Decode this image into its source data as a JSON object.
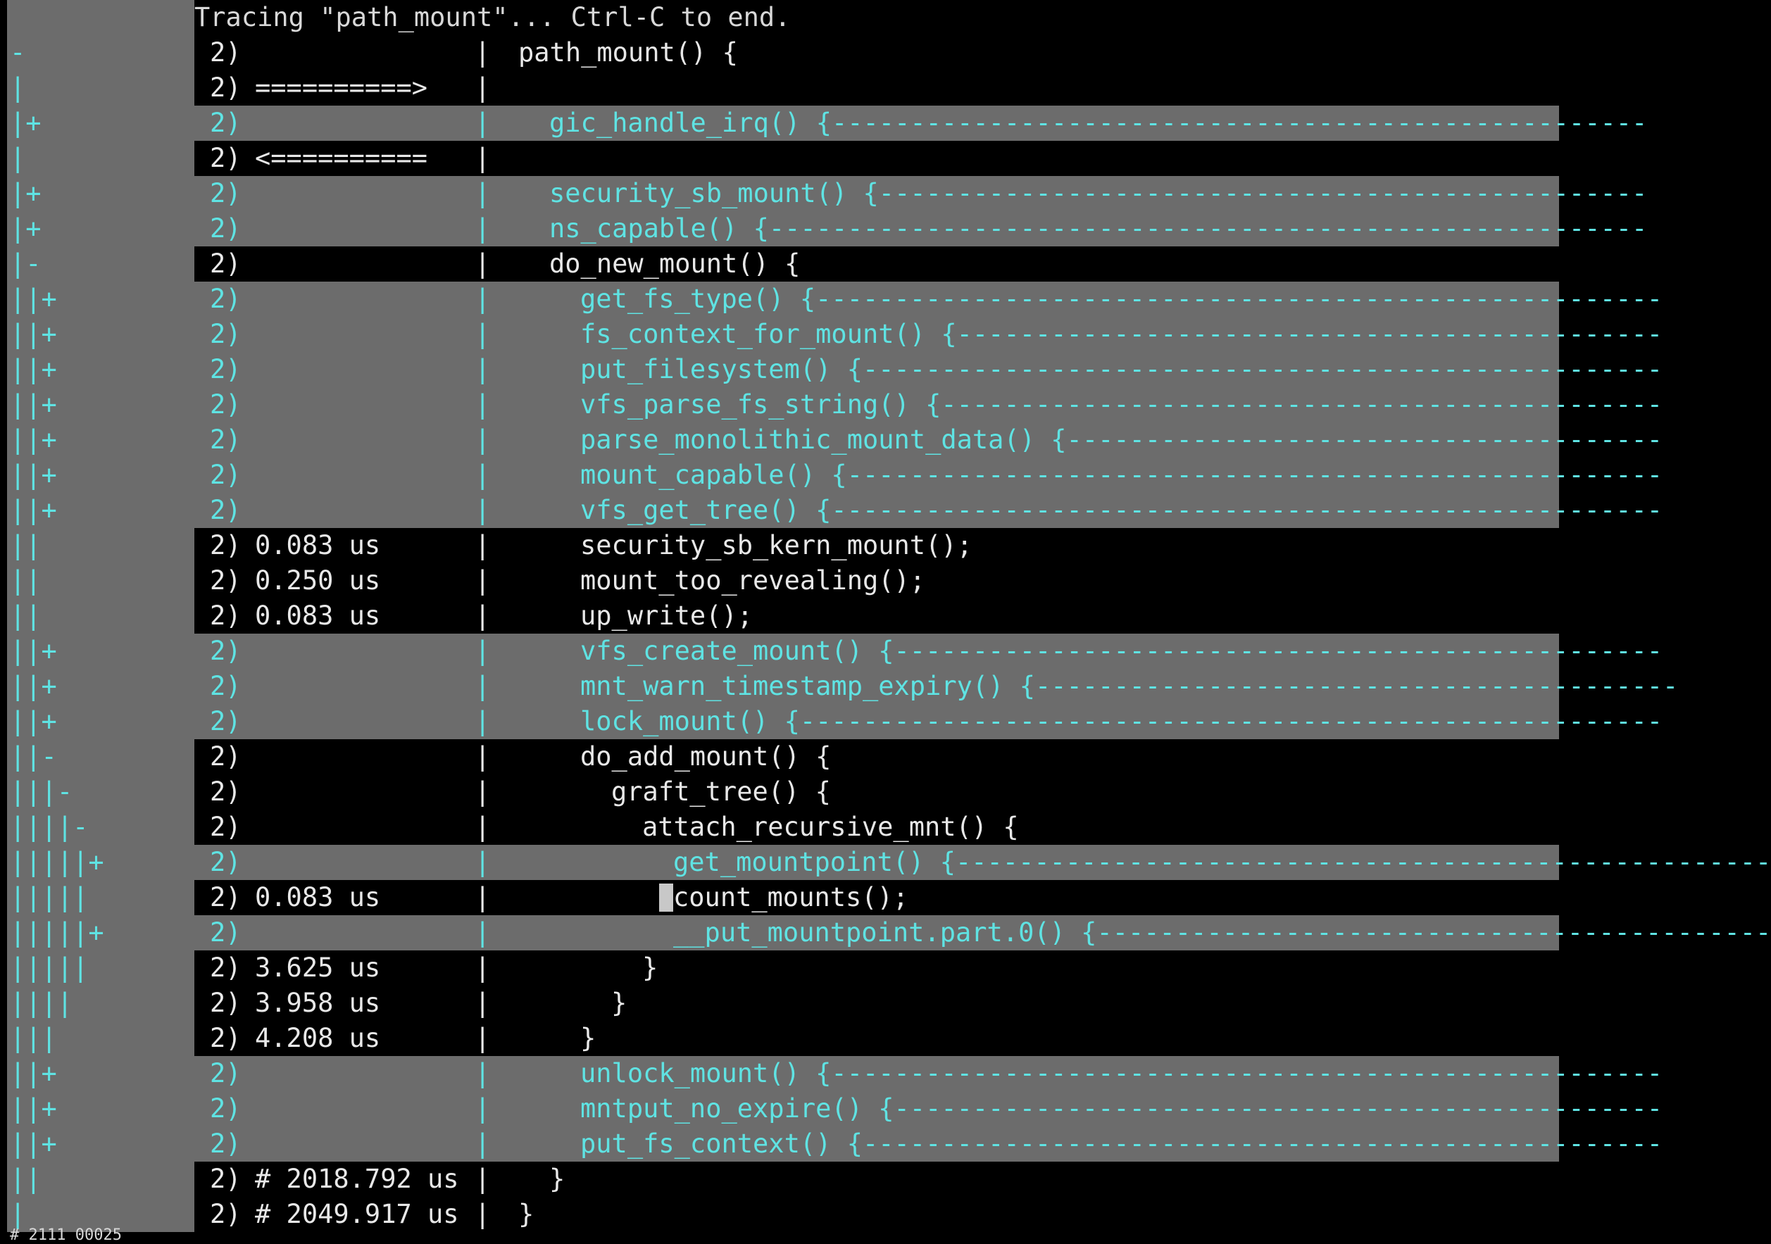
{
  "colors": {
    "background": "#000000",
    "collapsed_row_bg": "#6c6c6c",
    "collapsed_text": "#5fe3e3",
    "expanded_text": "#e8e8e8"
  },
  "header": "Tracing \"path_mount\"... Ctrl-C to end.",
  "rows": [
    {
      "tree": "-",
      "cpu": "2)",
      "dur": "",
      "sep": "|",
      "func": "path_mount() {",
      "depth": 0,
      "collapsed": false
    },
    {
      "tree": "|",
      "cpu": "2)",
      "dur": "==========>",
      "sep": "|",
      "func": "",
      "depth": 0,
      "collapsed": false
    },
    {
      "tree": "|+",
      "cpu": "2)",
      "dur": "",
      "sep": "|",
      "func": "gic_handle_irq() {----------------------------------------------------",
      "depth": 1,
      "collapsed": true
    },
    {
      "tree": "|",
      "cpu": "2)",
      "dur": "<==========",
      "sep": "|",
      "func": "",
      "depth": 0,
      "collapsed": false
    },
    {
      "tree": "|+",
      "cpu": "2)",
      "dur": "",
      "sep": "|",
      "func": "security_sb_mount() {-------------------------------------------------",
      "depth": 1,
      "collapsed": true
    },
    {
      "tree": "|+",
      "cpu": "2)",
      "dur": "",
      "sep": "|",
      "func": "ns_capable() {--------------------------------------------------------",
      "depth": 1,
      "collapsed": true
    },
    {
      "tree": "|-",
      "cpu": "2)",
      "dur": "",
      "sep": "|",
      "func": "do_new_mount() {",
      "depth": 1,
      "collapsed": false
    },
    {
      "tree": "||+",
      "cpu": "2)",
      "dur": "",
      "sep": "|",
      "func": "get_fs_type() {------------------------------------------------------",
      "depth": 2,
      "collapsed": true
    },
    {
      "tree": "||+",
      "cpu": "2)",
      "dur": "",
      "sep": "|",
      "func": "fs_context_for_mount() {---------------------------------------------",
      "depth": 2,
      "collapsed": true
    },
    {
      "tree": "||+",
      "cpu": "2)",
      "dur": "",
      "sep": "|",
      "func": "put_filesystem() {---------------------------------------------------",
      "depth": 2,
      "collapsed": true
    },
    {
      "tree": "||+",
      "cpu": "2)",
      "dur": "",
      "sep": "|",
      "func": "vfs_parse_fs_string() {----------------------------------------------",
      "depth": 2,
      "collapsed": true
    },
    {
      "tree": "||+",
      "cpu": "2)",
      "dur": "",
      "sep": "|",
      "func": "parse_monolithic_mount_data() {--------------------------------------",
      "depth": 2,
      "collapsed": true
    },
    {
      "tree": "||+",
      "cpu": "2)",
      "dur": "",
      "sep": "|",
      "func": "mount_capable() {----------------------------------------------------",
      "depth": 2,
      "collapsed": true
    },
    {
      "tree": "||+",
      "cpu": "2)",
      "dur": "",
      "sep": "|",
      "func": "vfs_get_tree() {-----------------------------------------------------",
      "depth": 2,
      "collapsed": true
    },
    {
      "tree": "||",
      "cpu": "2)",
      "dur": "0.083 us",
      "sep": "|",
      "func": "security_sb_kern_mount();",
      "depth": 2,
      "collapsed": false
    },
    {
      "tree": "||",
      "cpu": "2)",
      "dur": "0.250 us",
      "sep": "|",
      "func": "mount_too_revealing();",
      "depth": 2,
      "collapsed": false
    },
    {
      "tree": "||",
      "cpu": "2)",
      "dur": "0.083 us",
      "sep": "|",
      "func": "up_write();",
      "depth": 2,
      "collapsed": false
    },
    {
      "tree": "||+",
      "cpu": "2)",
      "dur": "",
      "sep": "|",
      "func": "vfs_create_mount() {-------------------------------------------------",
      "depth": 2,
      "collapsed": true
    },
    {
      "tree": "||+",
      "cpu": "2)",
      "dur": "",
      "sep": "|",
      "func": "mnt_warn_timestamp_expiry() {-----------------------------------------",
      "depth": 2,
      "collapsed": true
    },
    {
      "tree": "||+",
      "cpu": "2)",
      "dur": "",
      "sep": "|",
      "func": "lock_mount() {-------------------------------------------------------",
      "depth": 2,
      "collapsed": true
    },
    {
      "tree": "||-",
      "cpu": "2)",
      "dur": "",
      "sep": "|",
      "func": "do_add_mount() {",
      "depth": 2,
      "collapsed": false
    },
    {
      "tree": "|||-",
      "cpu": "2)",
      "dur": "",
      "sep": "|",
      "func": "graft_tree() {",
      "depth": 3,
      "collapsed": false
    },
    {
      "tree": "||||-",
      "cpu": "2)",
      "dur": "",
      "sep": "|",
      "func": "attach_recursive_mnt() {",
      "depth": 4,
      "collapsed": false
    },
    {
      "tree": "|||||+",
      "cpu": "2)",
      "dur": "",
      "sep": "|",
      "func": "get_mountpoint() {----------------------------------------------------",
      "depth": 5,
      "collapsed": true
    },
    {
      "tree": "|||||",
      "cpu": "2)",
      "dur": "0.083 us",
      "sep": "|",
      "func": "count_mounts();",
      "depth": 5,
      "collapsed": false,
      "cursor": true
    },
    {
      "tree": "|||||+",
      "cpu": "2)",
      "dur": "",
      "sep": "|",
      "func": "__put_mountpoint.part.0() {-------------------------------------------",
      "depth": 5,
      "collapsed": true
    },
    {
      "tree": "|||||",
      "cpu": "2)",
      "dur": "3.625 us",
      "sep": "|",
      "func": "}",
      "depth": 4,
      "collapsed": false
    },
    {
      "tree": "||||",
      "cpu": "2)",
      "dur": "3.958 us",
      "sep": "|",
      "func": "}",
      "depth": 3,
      "collapsed": false
    },
    {
      "tree": "|||",
      "cpu": "2)",
      "dur": "4.208 us",
      "sep": "|",
      "func": "}",
      "depth": 2,
      "collapsed": false
    },
    {
      "tree": "||+",
      "cpu": "2)",
      "dur": "",
      "sep": "|",
      "func": "unlock_mount() {-----------------------------------------------------",
      "depth": 2,
      "collapsed": true
    },
    {
      "tree": "||+",
      "cpu": "2)",
      "dur": "",
      "sep": "|",
      "func": "mntput_no_expire() {-------------------------------------------------",
      "depth": 2,
      "collapsed": true
    },
    {
      "tree": "||+",
      "cpu": "2)",
      "dur": "",
      "sep": "|",
      "func": "put_fs_context() {---------------------------------------------------",
      "depth": 2,
      "collapsed": true
    },
    {
      "tree": "||",
      "cpu": "2)",
      "dur": "# 2018.792 us",
      "sep": "|",
      "func": "}",
      "depth": 1,
      "collapsed": false
    },
    {
      "tree": "|",
      "cpu": "2)",
      "dur": "# 2049.917 us",
      "sep": "|",
      "func": "}",
      "depth": 0,
      "collapsed": false
    }
  ],
  "footer": "# 2111 00025"
}
